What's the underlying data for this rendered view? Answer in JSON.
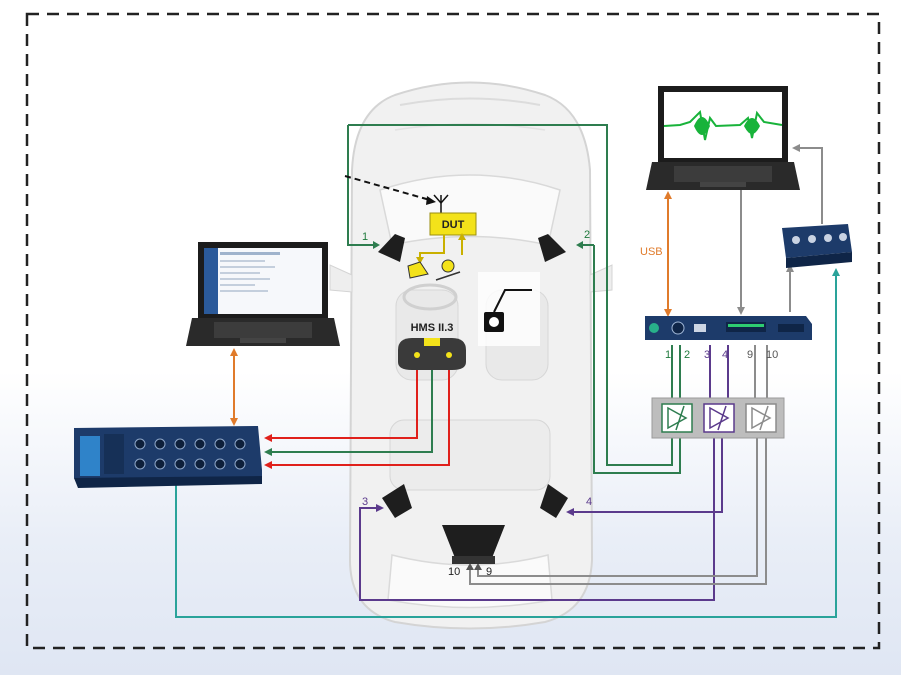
{
  "labels": {
    "dut": "DUT",
    "hms": "HMS II.3",
    "usb": "USB",
    "spk_front_left": "1",
    "spk_front_right": "2",
    "spk_rear_left": "3",
    "spk_rear_right": "4",
    "sub_in_a": "10",
    "sub_in_b": "9",
    "amp_ch1": "1",
    "amp_ch2": "2",
    "amp_ch3": "3",
    "amp_ch4": "4",
    "amp_ch9": "9",
    "amp_ch10": "10"
  },
  "colors": {
    "green": "#2e7d4f",
    "red": "#e0201b",
    "purple": "#5b3a8c",
    "gray": "#8c8c8c",
    "teal": "#2aa39a",
    "orange": "#e07b2b",
    "dut_yellow": "#f3e21a",
    "border_dash": "#222222"
  },
  "icons": {
    "laptop_left": "laptop-icon",
    "laptop_right": "laptop-icon",
    "frontend": "audio-frontend-icon",
    "interface": "usb-audio-interface-icon",
    "small_box": "signal-conditioner-icon",
    "amp_box": "amplifier-rack-icon",
    "camera": "camera-icon",
    "antenna": "antenna-icon",
    "speaker": "speaker-icon",
    "subwoofer": "subwoofer-icon",
    "mic": "microphone-icon"
  }
}
